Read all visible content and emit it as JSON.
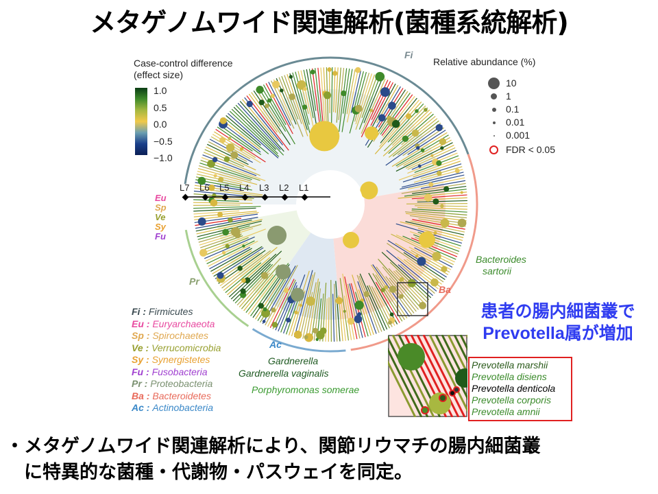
{
  "title": "メタゲノムワイド関連解析(菌種系統解析)",
  "colorbar": {
    "title_line1": "Case-control difference",
    "title_line2": "(effect size)",
    "ticks": [
      "1.0",
      "0.5",
      "0.0",
      "−0.5",
      "−1.0"
    ],
    "colors": [
      "#0a3d14",
      "#3f8a2a",
      "#a5b840",
      "#f1c94a",
      "#6c9fb0",
      "#1a3f8a",
      "#0b1f55"
    ]
  },
  "abundance": {
    "title": "Relative abundance (%)",
    "items": [
      "10",
      "1",
      "0.1",
      "0.01",
      "0.001"
    ],
    "fdr": "FDR < 0.05"
  },
  "levels": [
    "L7",
    "L6",
    "L5",
    "L4",
    "L3",
    "L2",
    "L1"
  ],
  "arc_labels": {
    "fi": "Fi",
    "pr": "Pr",
    "ba": "Ba",
    "ac": "Ac"
  },
  "side_labels": [
    {
      "t": "Eu",
      "c": "#e84aa0"
    },
    {
      "t": "Sp",
      "c": "#e0a850"
    },
    {
      "t": "Ve",
      "c": "#98a030"
    },
    {
      "t": "Sy",
      "c": "#e8a030"
    },
    {
      "t": "Fu",
      "c": "#a040d0"
    }
  ],
  "phyla": [
    {
      "abbr": "Fi",
      "name": "Firmicutes",
      "color": "#3a4a50"
    },
    {
      "abbr": "Eu",
      "name": "Euryarchaeota",
      "color": "#e84aa0"
    },
    {
      "abbr": "Sp",
      "name": "Spirochaetes",
      "color": "#e0a850"
    },
    {
      "abbr": "Ve",
      "name": "Verrucomicrobia",
      "color": "#98a030"
    },
    {
      "abbr": "Sy",
      "name": "Synergistetes",
      "color": "#e8a030"
    },
    {
      "abbr": "Fu",
      "name": "Fusobacteria",
      "color": "#a040d0"
    },
    {
      "abbr": "Pr",
      "name": "Proteobacteria",
      "color": "#7a9070"
    },
    {
      "abbr": "Ba",
      "name": "Bacteroidetes",
      "color": "#e86a5a"
    },
    {
      "abbr": "Ac",
      "name": "Actinobacteria",
      "color": "#3a88c8"
    }
  ],
  "species": {
    "bacteroides": [
      "Bacteroides",
      "sartorii"
    ],
    "gardnerella": "Gardnerella",
    "gardnerella_vaginalis": "Gardnerella vaginalis",
    "porphyromonas": "Porphyromonas somerae"
  },
  "prevotella": [
    {
      "t": "Prevotella marshii",
      "c": "#2a5a1a"
    },
    {
      "t": "Prevotella disiens",
      "c": "#3a8a2a"
    },
    {
      "t": "Prevotella denticola",
      "c": "#000000"
    },
    {
      "t": "Prevotella corporis",
      "c": "#3a8a2a"
    },
    {
      "t": "Prevotella amnii",
      "c": "#3a8a2a"
    }
  ],
  "callout": [
    "患者の腸内細菌叢で",
    "Prevotella属が増加"
  ],
  "bullets": [
    "・メタゲノムワイド関連解析により、関節リウマチの腸内細菌叢",
    "　に特異的な菌種・代謝物・パスウェイを同定。"
  ]
}
